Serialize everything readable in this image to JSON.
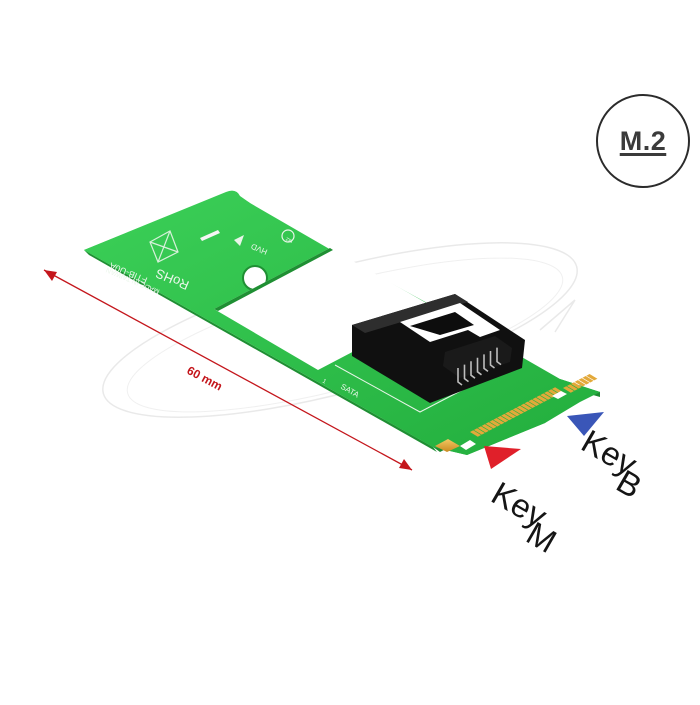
{
  "badge": {
    "label": "M.2"
  },
  "dimension": {
    "label": "60 mm",
    "color": "#c4161c"
  },
  "keys": [
    {
      "line1": "Key",
      "line2": "M",
      "marker_color": "#e0202a"
    },
    {
      "line1": "Key",
      "line2": "B",
      "marker_color": "#3a56b8"
    }
  ],
  "pcb": {
    "silkscreen": {
      "model": "FTIB-U0A",
      "origin": "MADE IN TAIWAN",
      "compliance": "RoHS",
      "connector": "SATA",
      "m2_mark": "M2",
      "hvd": "HVD",
      "pin_mark": "1"
    },
    "colors": {
      "board": "#2fc24a",
      "contacts": "#e3a93a",
      "connector": "#1b1b1b"
    }
  }
}
